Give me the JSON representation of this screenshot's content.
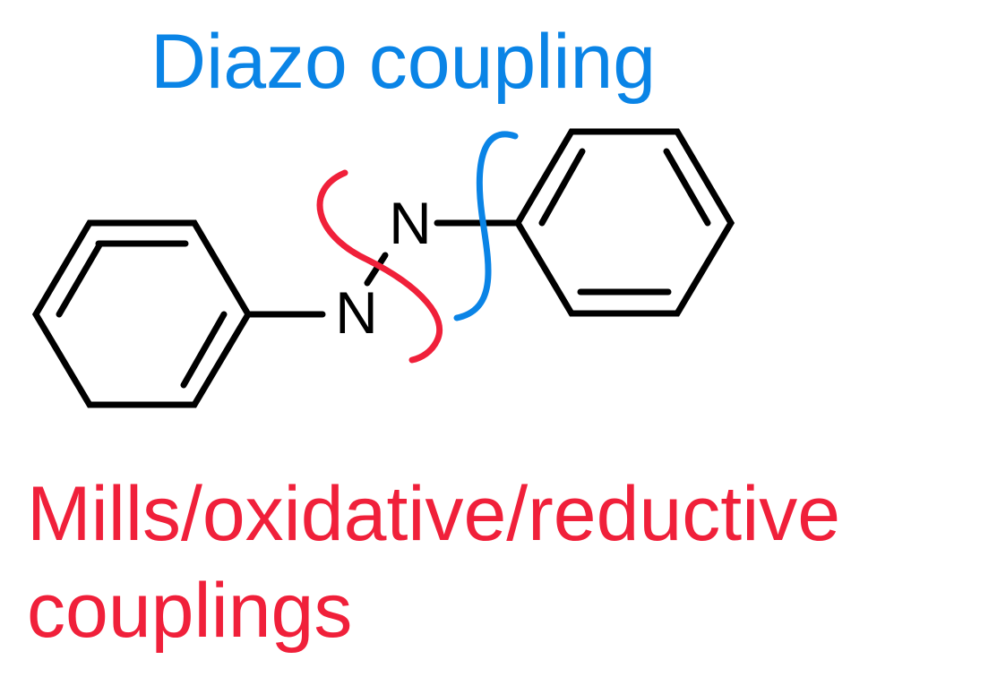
{
  "labels": {
    "top_disconnection": "Diazo coupling",
    "bottom_disconnection_line1": "Mills/oxidative/reductive",
    "bottom_disconnection_line2": "couplings"
  },
  "atoms": {
    "n_upper": "N",
    "n_lower": "N"
  },
  "colors": {
    "diazo": "#0a84e6",
    "mills": "#f0203a",
    "bond": "#000000"
  }
}
